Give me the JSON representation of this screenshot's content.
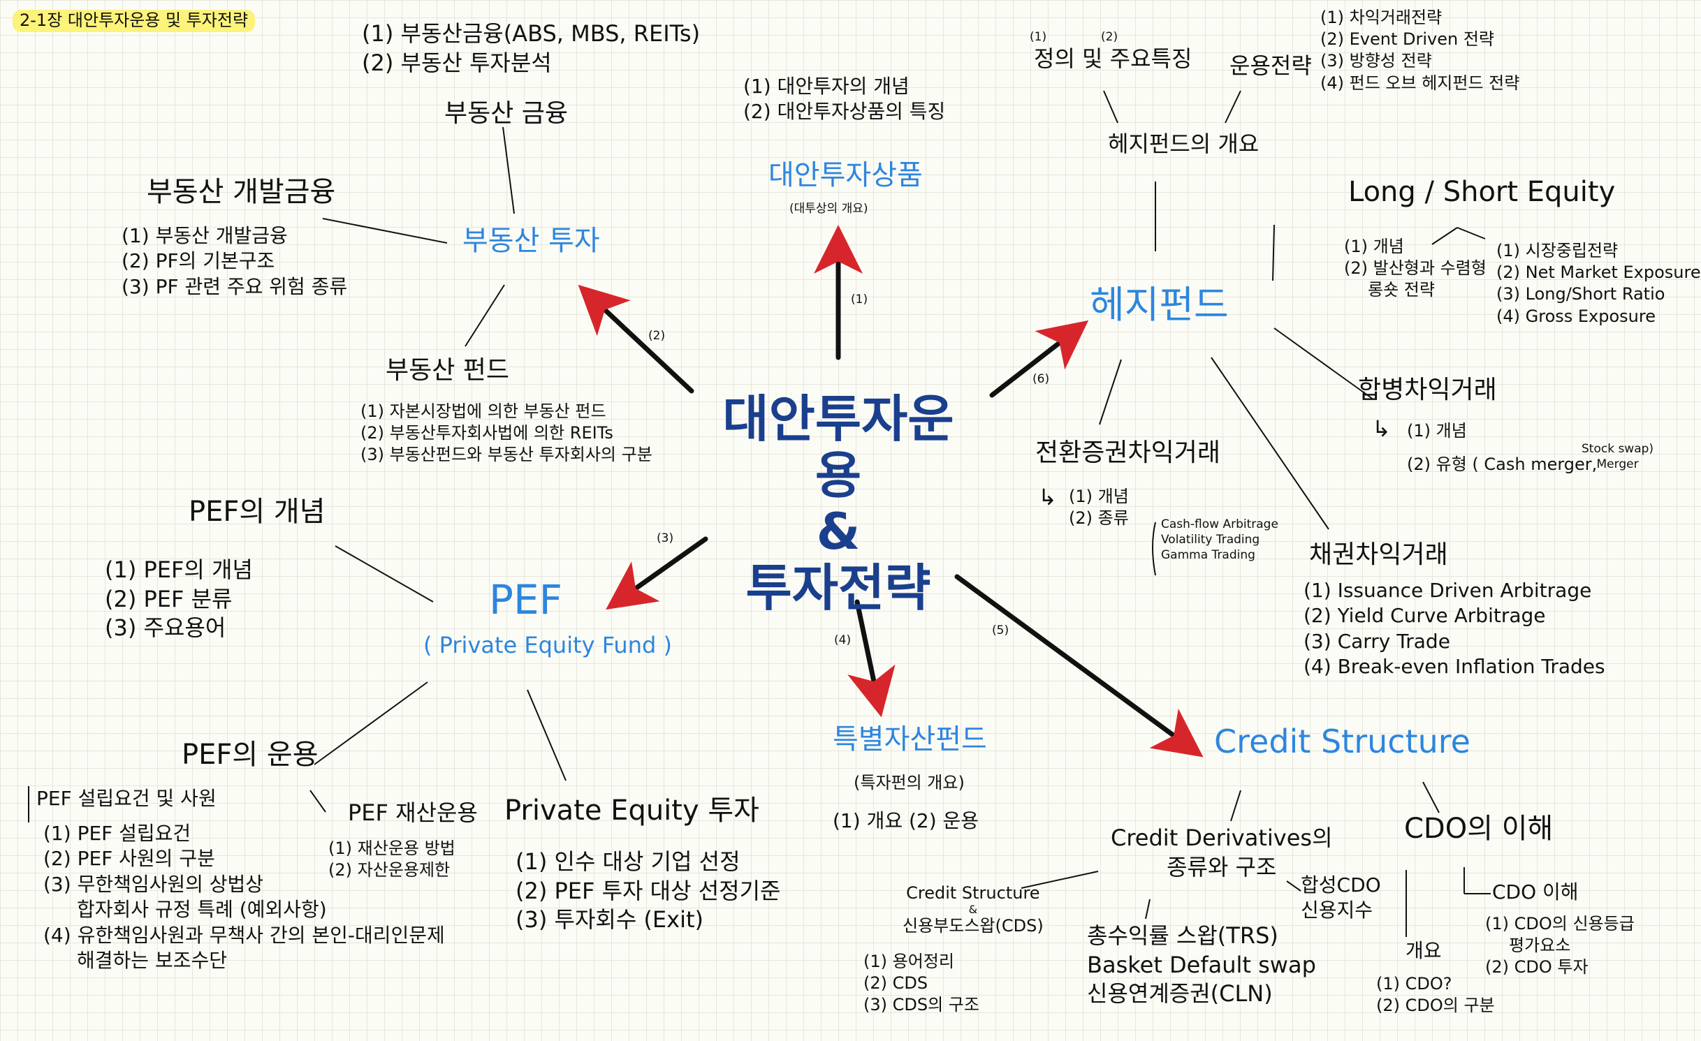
{
  "title_tag": "2-1장 대안투자운용 및 투자전략",
  "center": {
    "line1": "대안투자운용",
    "line2": "&",
    "line3": "투자전략"
  },
  "branches": {
    "alt": {
      "num": "(1)",
      "title": "대안투자상품",
      "sub": "(대투상의 개요)",
      "items": [
        "(1) 대안투자의 개념",
        "(2) 대안투자상품의 특징"
      ]
    },
    "re": {
      "num": "(2)",
      "title": "부동산 투자",
      "finance": {
        "title": "부동산 금융",
        "items": [
          "(1) 부동산금융(ABS, MBS, REITs)",
          "(2) 부동산 투자분석"
        ]
      },
      "dev": {
        "title": "부동산 개발금융",
        "items": [
          "(1) 부동산 개발금융",
          "(2) PF의 기본구조",
          "(3) PF 관련 주요 위험 종류"
        ]
      },
      "fund": {
        "title": "부동산 펀드",
        "items": [
          "(1) 자본시장법에 의한 부동산 펀드",
          "(2) 부동산투자회사법에 의한 REITs",
          "(3) 부동산펀드와 부동산 투자회사의 구분"
        ]
      }
    },
    "pef": {
      "num": "(3)",
      "title": "PEF",
      "sub": "( Private Equity Fund )",
      "concept": {
        "title": "PEF의 개념",
        "items": [
          "(1) PEF의 개념",
          "(2) PEF 분류",
          "(3) 주요용어"
        ]
      },
      "ops": {
        "title": "PEF의 운용",
        "box": "PEF 설립요건 및 사원",
        "items": [
          "(1) PEF 설립요건",
          "(2) PEF 사원의 구분",
          "(3) 무한책임사원의 상법상",
          "합자회사 규정 특례 (예외사항)",
          "(4) 유한책임사원과 무책사 간의 본인-대리인문제",
          "해결하는 보조수단"
        ]
      },
      "asset": {
        "title": "PEF 재산운용",
        "items": [
          "(1) 재산운용 방법",
          "(2) 자산운용제한"
        ]
      },
      "invest": {
        "title": "Private Equity 투자",
        "items": [
          "(1) 인수 대상 기업 선정",
          "(2) PEF 투자 대상 선정기준",
          "(3) 투자회수 (Exit)"
        ]
      }
    },
    "special": {
      "num": "(4)",
      "title": "특별자산펀드",
      "sub": "(특자펀의 개요)",
      "items": "(1) 개요   (2) 운용"
    },
    "credit": {
      "num": "(5)",
      "title": "Credit Structure",
      "deriv": {
        "line1": "Credit Derivatives의",
        "line2": "종류와 구조"
      },
      "cds": {
        "title1": "Credit Structure",
        "title2": "&",
        "title3": "신용부도스왑(CDS)",
        "items": [
          "(1) 용어정리",
          "(2) CDS",
          "(3) CDS의 구조"
        ]
      },
      "trs": [
        "총수익률 스왑(TRS)",
        "Basket Default swap",
        "신용연계증권(CLN)"
      ],
      "synth": [
        "합성CDO",
        "신용지수"
      ],
      "cdo": {
        "title": "CDO의 이해",
        "overview": "개요",
        "overview_items": [
          "(1) CDO?",
          "(2) CDO의 구분"
        ],
        "understand": "CDO 이해",
        "understand_items": [
          "(1) CDO의 신용등급",
          "평가요소",
          "(2) CDO 투자"
        ]
      }
    },
    "hedge": {
      "num": "(6)",
      "title": "헤지펀드",
      "overview": {
        "title": "헤지펀드의 개요",
        "def_nums": [
          "(1)",
          "(2)"
        ],
        "def": "정의 및 주요특징",
        "strategy": "운용전략",
        "strategy_items": [
          "(1) 차익거래전략",
          "(2) Event Driven 전략",
          "(3) 방향성 전략",
          "(4) 펀드 오브 헤지펀드 전략"
        ]
      },
      "ls": {
        "title": "Long / Short Equity",
        "left": [
          "(1) 개념",
          "(2) 발산형과 수렴형",
          "롱숏 전략"
        ],
        "right": [
          "(1) 시장중립전략",
          "(2) Net Market Exposure",
          "(3) Long/Short Ratio",
          "(4) Gross Exposure"
        ]
      },
      "merger": {
        "title": "합병차익거래",
        "arrow": "↳",
        "items": [
          "(1) 개념",
          "(2) 유형 ( Cash merger,"
        ],
        "stock": [
          "Stock swap)",
          "Merger"
        ]
      },
      "conv": {
        "title": "전환증권차익거래",
        "arrow": "↳",
        "items": [
          "(1) 개념",
          "(2) 종류"
        ],
        "types": [
          "Cash-flow Arbitrage",
          "Volatility Trading",
          "Gamma Trading"
        ]
      },
      "bond": {
        "title": "채권차익거래",
        "items": [
          "(1) Issuance Driven Arbitrage",
          "(2) Yield Curve Arbitrage",
          "(3) Carry Trade",
          "(4) Break-even Inflation Trades"
        ]
      }
    }
  },
  "colors": {
    "arrow_shaft": "#111111",
    "arrow_head": "#d7262b",
    "branch": "#2d86de",
    "center": "#1a3f8c",
    "highlight": "#fbf37a"
  }
}
